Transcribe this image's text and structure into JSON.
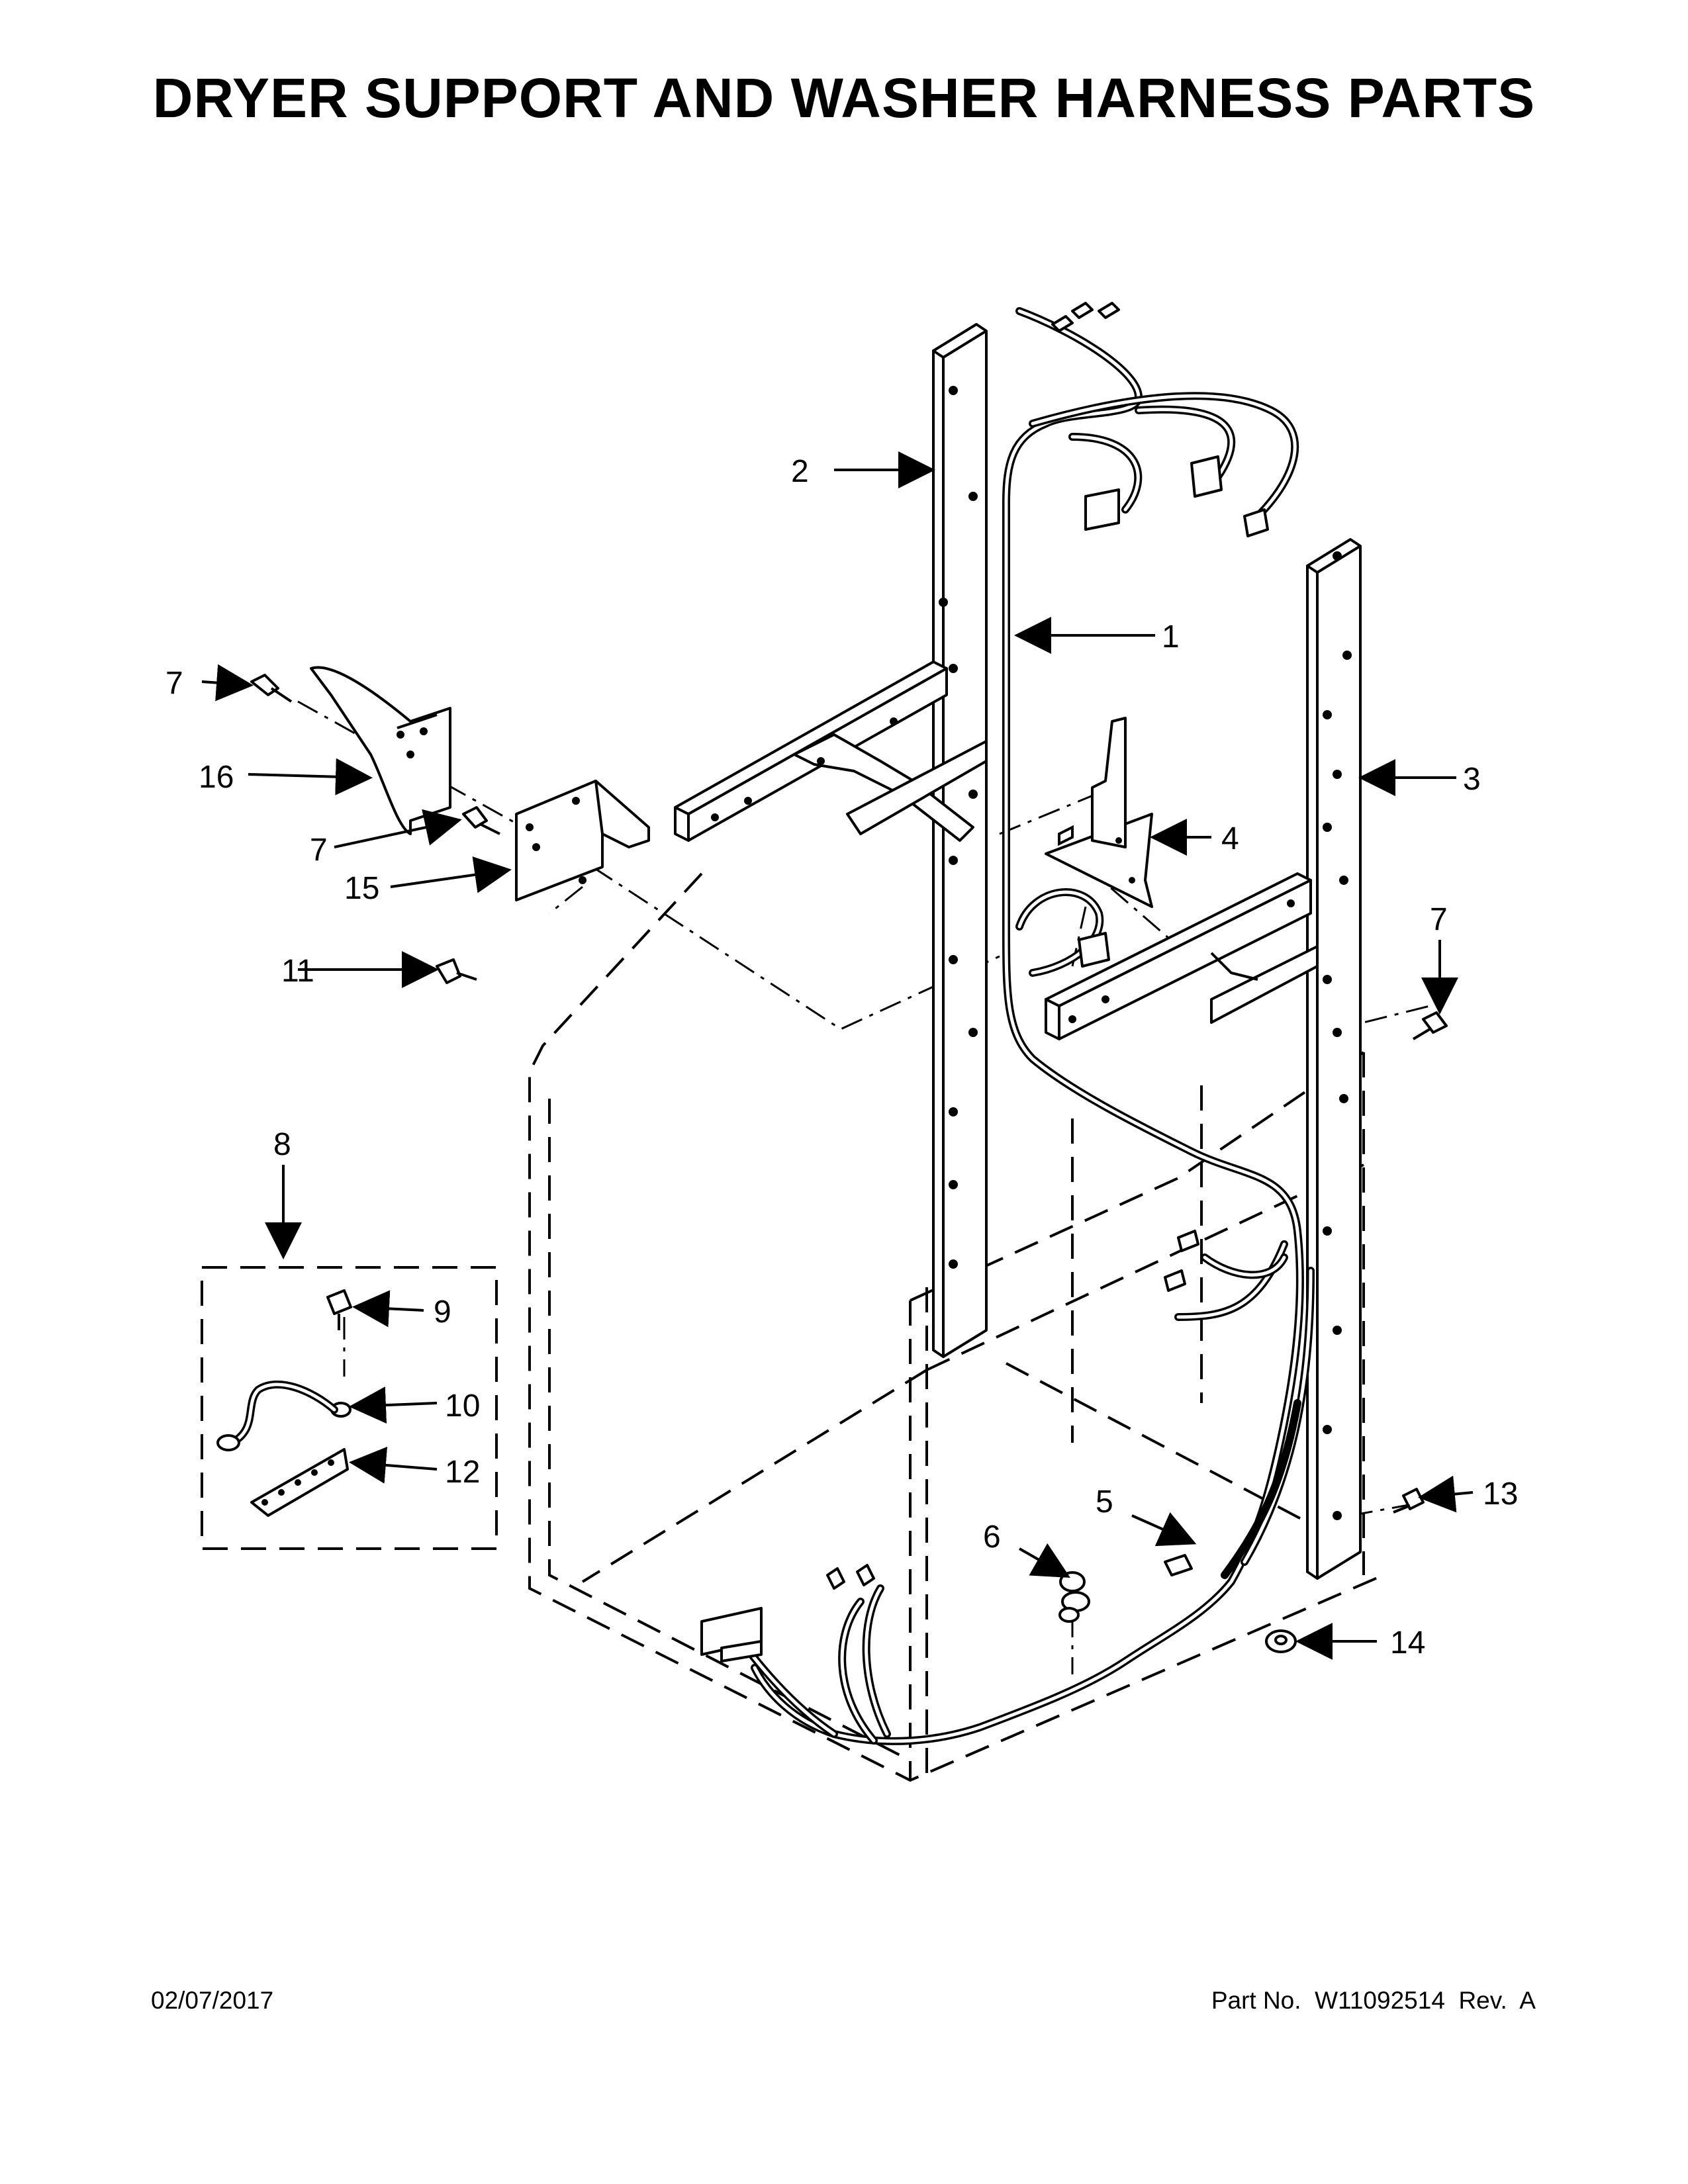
{
  "title": "DRYER SUPPORT AND WASHER HARNESS PARTS",
  "footer": {
    "date": "02/07/2017",
    "part_no": "Part No.  W11092514  Rev.  A"
  },
  "callouts": [
    "1",
    "2",
    "3",
    "4",
    "5",
    "6",
    "7",
    "7",
    "7",
    "8",
    "9",
    "10",
    "11",
    "12",
    "13",
    "14",
    "15",
    "16"
  ]
}
